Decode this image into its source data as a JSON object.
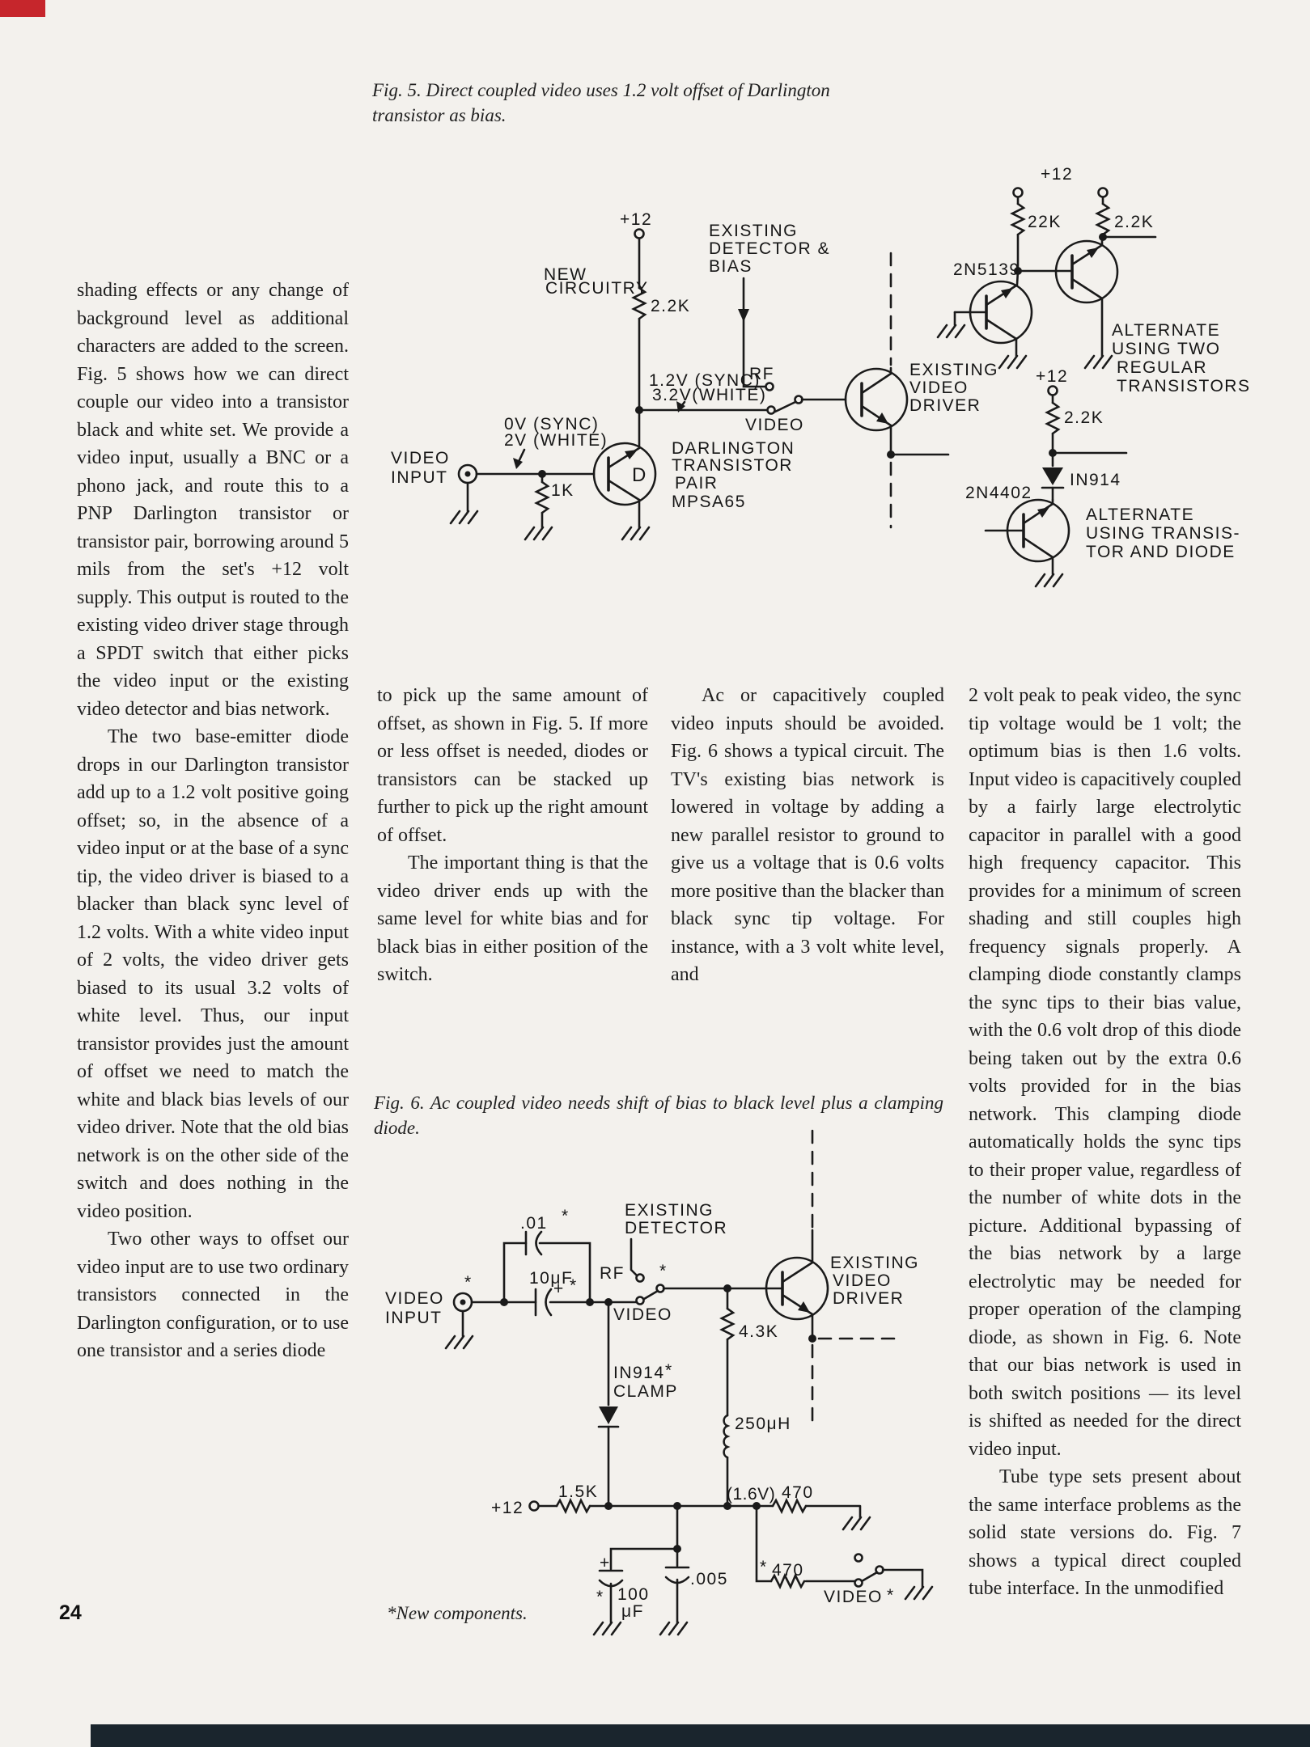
{
  "page": {
    "number": "24",
    "background_color": "#f3f1ed",
    "accent_red": "#c6262c",
    "footer_bar_color": "#1a252d"
  },
  "fig5": {
    "caption": "Fig. 5. Direct coupled video uses 1.2 volt offset of Darlington transistor as bias.",
    "labels": {
      "supply_top": "+12",
      "new_line1": "NEW",
      "new_line2": "CIRCUITRY",
      "r_2k2_a": "2.2K",
      "v_sync_12": "1.2V (SYNC)",
      "v_white_32": "3.2V(WHITE)",
      "v_sync_0": "0V (SYNC)",
      "v_white_2": "2V (WHITE)",
      "video": "VIDEO",
      "input": "INPUT",
      "r_1k": "1K",
      "darlington_1": "DARLINGTON",
      "darlington_2": "TRANSISTOR",
      "darlington_3": "PAIR",
      "darlington_4": "MPSA65",
      "d": "D",
      "detector_1": "EXISTING",
      "detector_2": "DETECTOR &",
      "detector_3": "BIAS",
      "rf": "RF",
      "video_pos": "VIDEO",
      "driver_1": "EXISTING",
      "driver_2": "VIDEO",
      "driver_3": "DRIVER",
      "q_2n5139": "2N5139",
      "r_22k": "22K",
      "r_2k2_b": "2.2K",
      "supply_right": "+12",
      "alt_two_1": "ALTERNATE",
      "alt_two_2": "USING TWO",
      "alt_two_3": "REGULAR",
      "alt_two_4": "TRANSISTORS",
      "supply_low": "+12",
      "r_2k2_c": "2.2K",
      "d_1n914": "IN914",
      "q_2n4402": "2N4402",
      "alt_diode_1": "ALTERNATE",
      "alt_diode_2": "USING TRANSIS-",
      "alt_diode_3": "TOR AND DIODE"
    }
  },
  "columns": {
    "col1": [
      "shading effects or any change of background level as additional characters are added to the screen. Fig. 5 shows how we can direct couple our video into a transistor black and white set. We provide a video input, usually a BNC or a phono jack, and route this to a PNP Darlington transistor or transistor pair, borrowing around 5 mils from the set's +12 volt supply. This output is routed to the existing video driver stage through a SPDT switch that either picks the video input or the existing video detector and bias network.",
      "The two base-emitter diode drops in our Darlington transistor add up to a 1.2 volt positive going offset; so, in the absence of a video input or at the base of a sync tip, the video driver is biased to a blacker than black sync level of 1.2 volts. With a white video input of 2 volts, the video driver gets biased to its usual 3.2 volts of white level. Thus, our input transistor provides just the amount of offset we need to match the white and black bias levels of our video driver. Note that the old bias network is on the other side of the switch and does nothing in the video position.",
      "Two other ways to offset our video input are to use two ordinary transistors connected in the Darlington configuration, or to use one transistor and a series diode"
    ],
    "col2": [
      "to pick up the same amount of offset, as shown in Fig. 5. If more or less offset is needed, diodes or transistors can be stacked up further to pick up the right amount of offset.",
      "The important thing is that the video driver ends up with the same level for white bias and for black bias in either position of the switch."
    ],
    "col3": [
      "Ac or capacitively coupled video inputs should be avoided. Fig. 6 shows a typical circuit. The TV's existing bias network is lowered in voltage by adding a new parallel resistor to ground to give us a voltage that is 0.6 volts more positive than the blacker than black sync tip voltage. For instance, with a 3 volt white level, and"
    ],
    "col4": [
      "2 volt peak to peak video, the sync tip voltage would be 1 volt; the optimum bias is then 1.6 volts. Input video is capacitively coupled by a fairly large electrolytic capacitor in parallel with a good high frequency capacitor. This provides for a minimum of screen shading and still couples high frequency signals properly. A clamping diode constantly clamps the sync tips to their bias value, with the 0.6 volt drop of this diode being taken out by the extra 0.6 volts provided for in the bias network. This clamping diode automatically holds the sync tips to their proper value, regardless of the number of white dots in the picture. Additional bypassing of the bias network by a large electrolytic may be needed for proper operation of the clamping diode, as shown in Fig. 6. Note that our bias network is used in both switch positions — its level is shifted as needed for the direct video input.",
      "Tube type sets present about the same interface problems as the solid state versions do. Fig. 7 shows a typical direct coupled tube interface. In the unmodified"
    ]
  },
  "fig6": {
    "caption": "Fig. 6. Ac coupled video needs shift of bias to black level plus a clamping diode.",
    "footnote": "*New components.",
    "labels": {
      "star": "*",
      "c_01": ".01",
      "c_10uf": "10μF",
      "plus": "+",
      "detector_1": "EXISTING",
      "detector_2": "DETECTOR",
      "rf": "RF",
      "video_pos": "VIDEO",
      "video": "VIDEO",
      "input": "INPUT",
      "clamp_1": "IN914",
      "clamp_2": "CLAMP",
      "driver_1": "EXISTING",
      "driver_2": "VIDEO",
      "driver_3": "DRIVER",
      "r_43k": "4.3K",
      "l_250uh": "250μH",
      "v_16": "(1.6V)",
      "r_470_a": "470",
      "r_470_b": "470",
      "r_15k": "1.5K",
      "supply": "+12",
      "c_100_1": "100",
      "c_100_2": "μF",
      "c_005": ".005",
      "video_out": "VIDEO"
    }
  }
}
